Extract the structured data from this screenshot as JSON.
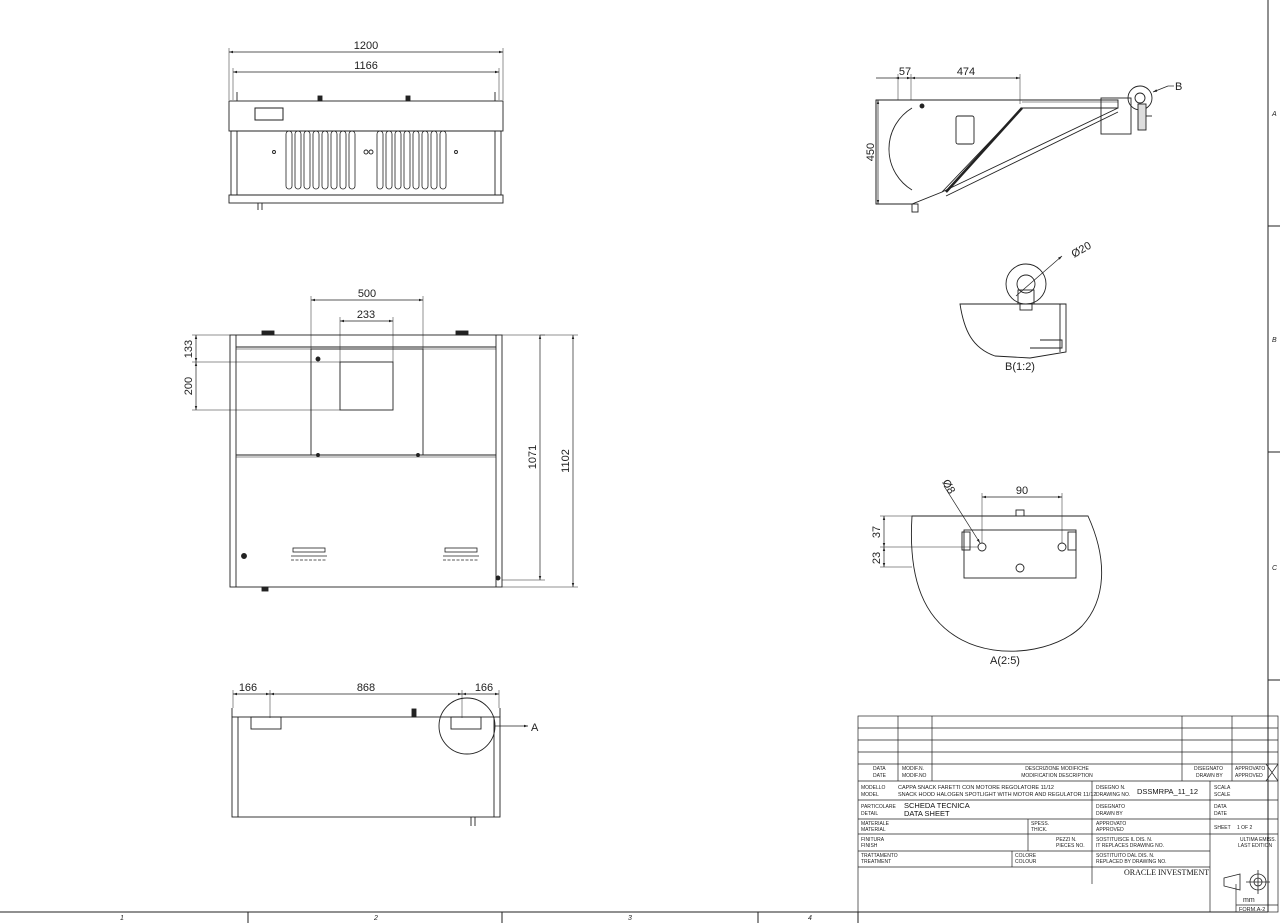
{
  "front_view": {
    "dim_overall": "1200",
    "dim_inner": "1166"
  },
  "top_view": {
    "dim_opening": "500",
    "dim_motor": "233",
    "dim_133": "133",
    "dim_200": "200",
    "dim_1071": "1071",
    "dim_1102": "1102"
  },
  "bottom_view": {
    "dim_left": "166",
    "dim_center": "868",
    "dim_right": "166",
    "callout_a": "A"
  },
  "side_view": {
    "dim_57": "57",
    "dim_474": "474",
    "dim_450": "450",
    "callout_b": "B"
  },
  "detail_b": {
    "label": "B(1:2)",
    "diameter": "Ø20"
  },
  "detail_a": {
    "label": "A(2:5)",
    "dim_90": "90",
    "dim_37": "37",
    "dim_23": "23",
    "diameter": "Ø8"
  },
  "title_block": {
    "data_label": "DATA",
    "date_label": "DATE",
    "modif_label": "MODIF.N.",
    "modif_no_label": "MODIF.NO",
    "desc_label": "DESCRIZIONE MODIFICHE",
    "desc_en_label": "MODIFICATION DESCRIPTION",
    "disegnato_label": "DISEGNATO",
    "drawn_label": "DRAWN BY",
    "approvato_label": "APPROVATO",
    "approved_label": "APPROVED",
    "modello_label": "MODELLO",
    "model_label": "MODEL",
    "model_it": "CAPPA SNACK FARETTI CON MOTORE REGOLATORE 11/12",
    "model_en": "SNACK HOOD HALOGEN SPOTLIGHT WITH MOTOR AND REGULATOR 11/12",
    "disegno_label": "DISEGNO N.",
    "drawing_label": "DRAWING NO.",
    "drawing_no": "DSSMRPA_11_12",
    "scala_label": "SCALA",
    "scale_label": "SCALE",
    "particolare_label": "PARTICOLARE",
    "detail_label": "DETAIL",
    "detail_it": "SCHEDA TECNICA",
    "detail_en": "DATA SHEET",
    "disegnato2_label": "DISEGNATO",
    "drawn2_label": "DRAWN BY",
    "data2_label": "DATA",
    "date2_label": "DATE",
    "materiale_label": "MATERIALE",
    "material_label": "MATERIAL",
    "spess_label": "SPESS.",
    "thick_label": "THICK.",
    "approvato2_label": "APPROVATO",
    "approved2_label": "APPROVED",
    "sheet_label": "SHEET",
    "sheet_value": "1 OF 2",
    "finitura_label": "FINITURA",
    "finish_label": "FINISH",
    "pezzi_label": "PEZZI N.",
    "pieces_label": "PIECES NO.",
    "sostituisce_label": "SOSTITUISCE IL DIS. N.",
    "replaces_label": "IT REPLACES DRAWING NO.",
    "ultima_label": "ULTIMA EMISS.",
    "last_label": "LAST EDITION",
    "trattamento_label": "TRATTAMENTO",
    "treatment_label": "TREATMENT",
    "colore_label": "COLORE",
    "colour_label": "COLOUR",
    "sostituito_label": "SOSTITUITO DAL DIS. N.",
    "replaced_label": "REPLACED BY DRAWING NO.",
    "company": "ORACLE INVESTMENT",
    "units": "mm",
    "form": "FORM.A-2"
  },
  "grid": {
    "columns": [
      "1",
      "2",
      "3",
      "4"
    ],
    "rows": [
      "A",
      "B",
      "C"
    ]
  }
}
